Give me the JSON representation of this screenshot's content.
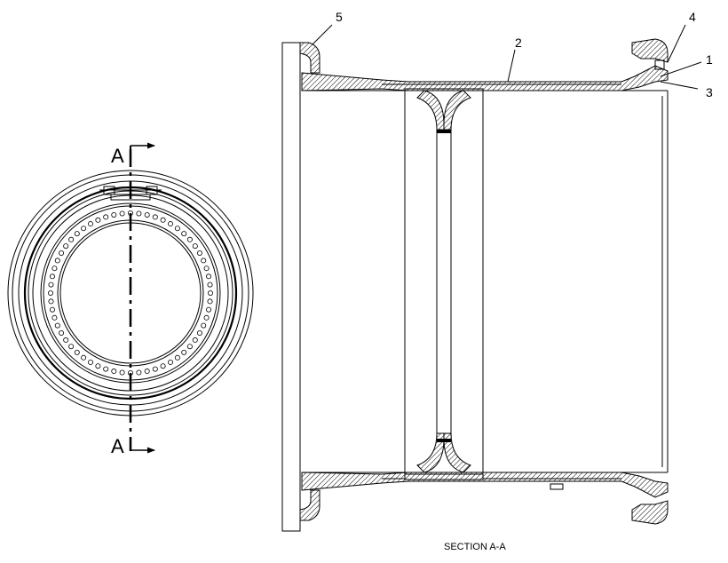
{
  "front_view": {
    "section_label_top": "A",
    "section_label_bottom": "A"
  },
  "section_view": {
    "callouts": [
      "1",
      "2",
      "3",
      "4",
      "5"
    ],
    "caption": "SECTION A-A"
  },
  "colors": {
    "line": "#000000",
    "background": "#ffffff"
  }
}
